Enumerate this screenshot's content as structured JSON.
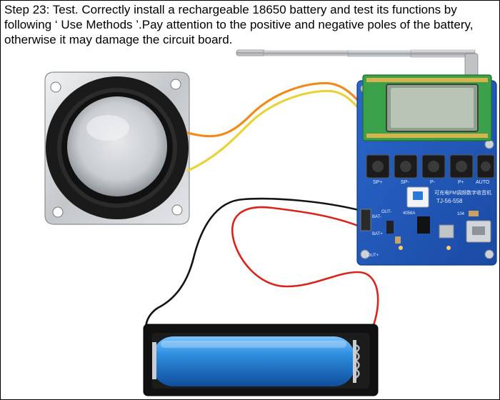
{
  "caption": {
    "line1": "Step 23: Test. Correctly install a rechargeable 18650 battery and test its functions by",
    "line2": "following ‘ Use Methods ’.Pay attention to the positive and negative poles of the battery,",
    "line3": "otherwise it may damage the circuit board."
  },
  "board": {
    "title_cn": "可充电FM调频数字收音机",
    "model": "TJ-56-558",
    "buttons": [
      "SP+",
      "SP-",
      "P-",
      "P+",
      "AUTO"
    ],
    "bat_minus": "BAT-",
    "bat_plus": "BAT+",
    "out_plus": "OUT+",
    "out_minus": "OUT-",
    "chip_label": "4056A",
    "cap_label": "104"
  },
  "colors": {
    "pcb": "#1f56b8",
    "lcd": "#b9c4b7",
    "battery": "#2f8fe0",
    "wire_red": "#d8241c",
    "wire_black": "#141414",
    "wire_orange": "#f08a1a",
    "wire_yellow": "#e9d23a"
  }
}
